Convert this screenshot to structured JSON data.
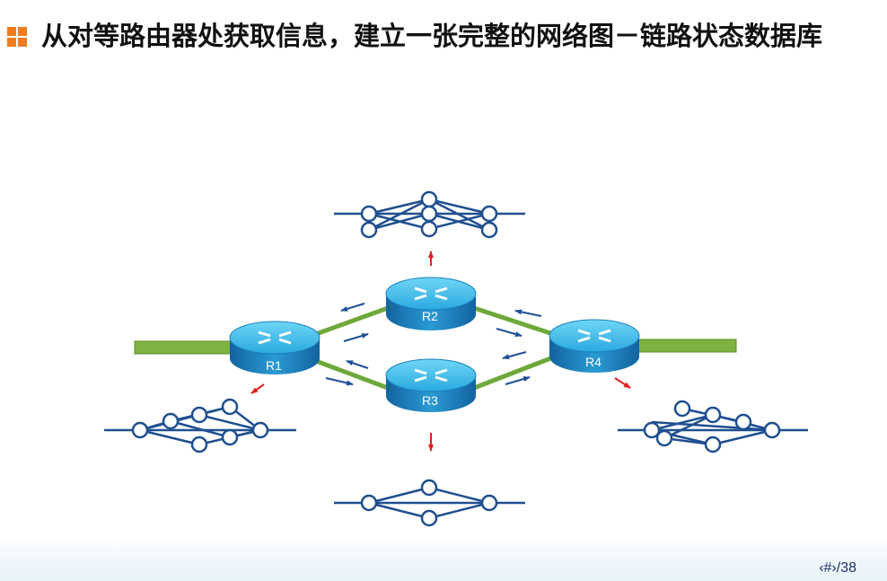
{
  "slide": {
    "title": "从对等路由器处获取信息，建立一张完整的网络图－链路状态数据库",
    "page_number": "‹#›/38"
  },
  "routers": [
    {
      "id": "R1",
      "label": "R1"
    },
    {
      "id": "R2",
      "label": "R2"
    },
    {
      "id": "R3",
      "label": "R3"
    },
    {
      "id": "R4",
      "label": "R4"
    }
  ],
  "colors": {
    "router_top": "#3fc2ec",
    "router_side": "#1a7fbd",
    "link": "#7cb342",
    "arrow_blue": "#1f4f9a",
    "arrow_red": "#e02020",
    "graph": "#1f4f8f",
    "bullet": "#f07c1e"
  }
}
